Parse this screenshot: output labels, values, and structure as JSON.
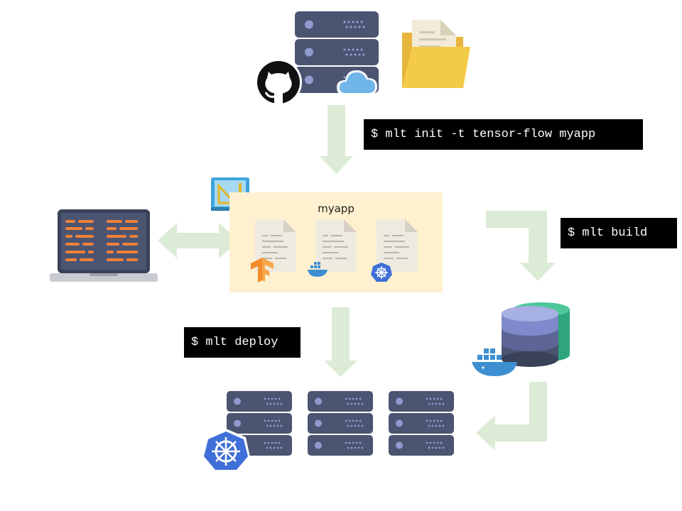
{
  "commands": {
    "init": "$ mlt init -t tensor-flow myapp",
    "build": "$ mlt build",
    "deploy": "$ mlt deploy"
  },
  "app": {
    "title": "myapp",
    "files": [
      {
        "badge": "tensorflow-icon"
      },
      {
        "badge": "docker-icon"
      },
      {
        "badge": "kubernetes-icon"
      }
    ]
  },
  "colors": {
    "arrow": "#dcebd5",
    "server_body": "#4b5471",
    "server_dark": "#3a4259",
    "server_dot": "#8f9bcf",
    "command_bg": "#000000",
    "app_bg": "#fff1cf",
    "folder": "#f4cb48",
    "cloud": "#6fb5e8",
    "kubernetes": "#3f6fd8",
    "docker": "#3d8fd1",
    "tensorflow": "#f58c2a"
  }
}
